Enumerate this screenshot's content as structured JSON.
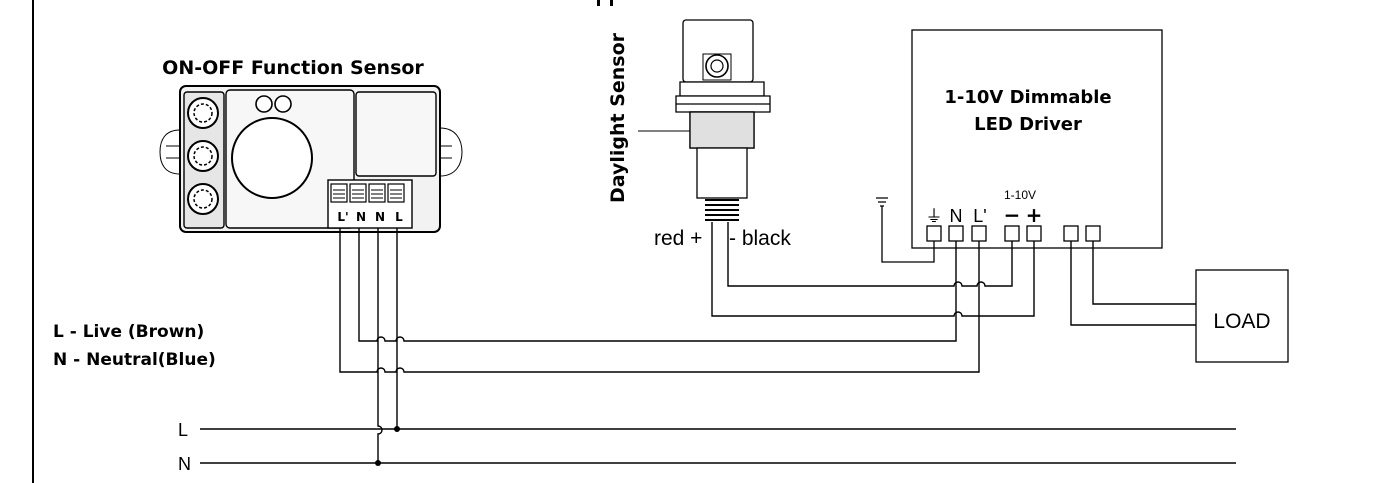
{
  "sensor": {
    "title": "ON-OFF Function Sensor",
    "terminals": [
      "L'",
      "N",
      "N",
      "L"
    ]
  },
  "daylight_sensor": {
    "label": "Daylight Sensor",
    "red_label": "red +",
    "black_label": "- black"
  },
  "driver": {
    "title_line1": "1-10V Dimmable",
    "title_line2": "LED Driver",
    "dim_label": "1-10V",
    "terminal_labels": {
      "ground": "⏚",
      "neutral": "N",
      "live": "L'",
      "minus": "−",
      "plus": "+"
    }
  },
  "load": {
    "label": "LOAD"
  },
  "legend": {
    "live": "L - Live (Brown)",
    "neutral": "N - Neutral(Blue)"
  },
  "mains": {
    "live": "L",
    "neutral": "N"
  },
  "colors": {
    "ink": "#000000",
    "background": "#ffffff",
    "sensor_body": "#f2f2f2"
  }
}
